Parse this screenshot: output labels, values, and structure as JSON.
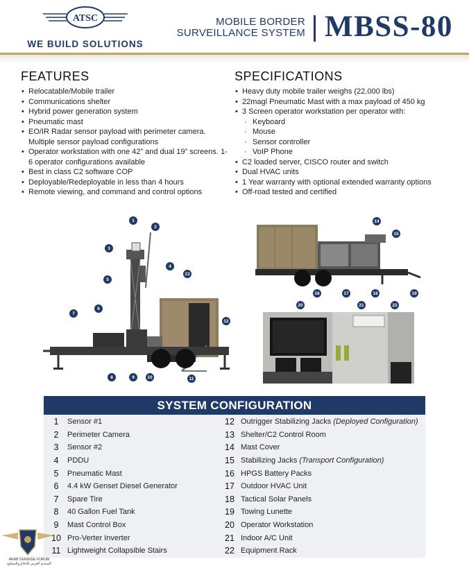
{
  "header": {
    "logo_text": "ATSC",
    "tagline": "WE BUILD SOLUTIONS",
    "subtitle_line1": "MOBILE BORDER",
    "subtitle_line2": "SURVEILLANCE SYSTEM",
    "title": "MBSS-80"
  },
  "features": {
    "heading": "FEATURES",
    "items": [
      "Relocatable/Mobile trailer",
      "Communications shelter",
      "Hybrid power generation system",
      "Pneumatic mast",
      "EO/IR Radar sensor payload with perimeter camera. Multiple sensor payload configurations",
      "Operator workstation with one 42” and dual 19” screens. 1-6 operator configurations available",
      "Best in class C2 software COP",
      "Deployable/Redeployable in less than 4 hours",
      "Remote viewing, and command and control options"
    ]
  },
  "specifications": {
    "heading": "SPECIFICATIONS",
    "items_a": [
      "Heavy duty mobile trailer weighs (22,000 lbs)",
      "22magl Pneumatic Mast with a max payload of 450 kg",
      "3 Screen operator workstation per operator with:"
    ],
    "sub_items": [
      "Keyboard",
      "Mouse",
      "Sensor controller",
      "VoIP Phone"
    ],
    "items_b": [
      "C2 loaded server, CISCO router and switch",
      "Dual HVAC units",
      "1 Year warranty with optional extended warranty options",
      "Off-road tested and certified"
    ]
  },
  "callouts": {
    "left_photo": [
      "1",
      "2",
      "3",
      "4",
      "5",
      "6",
      "7",
      "8",
      "9",
      "10",
      "11",
      "12",
      "13"
    ],
    "right_photo": [
      "14",
      "15",
      "16",
      "17",
      "18",
      "19"
    ],
    "interior_photo": [
      "20",
      "21",
      "22"
    ]
  },
  "system_configuration": {
    "title": "SYSTEM CONFIGURATION",
    "left": [
      {
        "num": "1",
        "label": "Sensor #1",
        "note": ""
      },
      {
        "num": "2",
        "label": "Perimeter Camera",
        "note": ""
      },
      {
        "num": "3",
        "label": "Sensor #2",
        "note": ""
      },
      {
        "num": "4",
        "label": "PDDU",
        "note": ""
      },
      {
        "num": "5",
        "label": "Pneumatic Mast",
        "note": ""
      },
      {
        "num": "6",
        "label": "4.4 kW Genset Diesel Generator",
        "note": ""
      },
      {
        "num": "7",
        "label": "Spare Tire",
        "note": ""
      },
      {
        "num": "8",
        "label": "40 Gallon Fuel Tank",
        "note": ""
      },
      {
        "num": "9",
        "label": "Mast Control Box",
        "note": ""
      },
      {
        "num": "10",
        "label": "Pro-Verter Inverter",
        "note": ""
      },
      {
        "num": "11",
        "label": "Lightweight Collapsible Stairs",
        "note": ""
      }
    ],
    "right": [
      {
        "num": "12",
        "label": "Outrigger Stabilizing Jacks ",
        "note": "(Deployed Configuration)"
      },
      {
        "num": "13",
        "label": "Shelter/C2 Control Room",
        "note": ""
      },
      {
        "num": "14",
        "label": "Mast Cover",
        "note": ""
      },
      {
        "num": "15",
        "label": "Stabilizing Jacks ",
        "note": "(Transport Configuration)"
      },
      {
        "num": "16",
        "label": "HPGS Battery Packs",
        "note": ""
      },
      {
        "num": "17",
        "label": "Outdoor HVAC Unit",
        "note": ""
      },
      {
        "num": "18",
        "label": "Tactical Solar Panels",
        "note": ""
      },
      {
        "num": "19",
        "label": "Towing Lunette",
        "note": ""
      },
      {
        "num": "20",
        "label": "Operator Workstation",
        "note": ""
      },
      {
        "num": "21",
        "label": "Indoor A/C Unit",
        "note": ""
      },
      {
        "num": "22",
        "label": "Equipment Rack",
        "note": ""
      }
    ]
  },
  "watermark": {
    "line1": "ARAB DEFENSE FORUM",
    "line2": "المنتدى العربي للدفاع والتسليح"
  },
  "colors": {
    "navy": "#1f3a66",
    "gold": "#c9a15a",
    "table_bg": "#eef0f4"
  }
}
